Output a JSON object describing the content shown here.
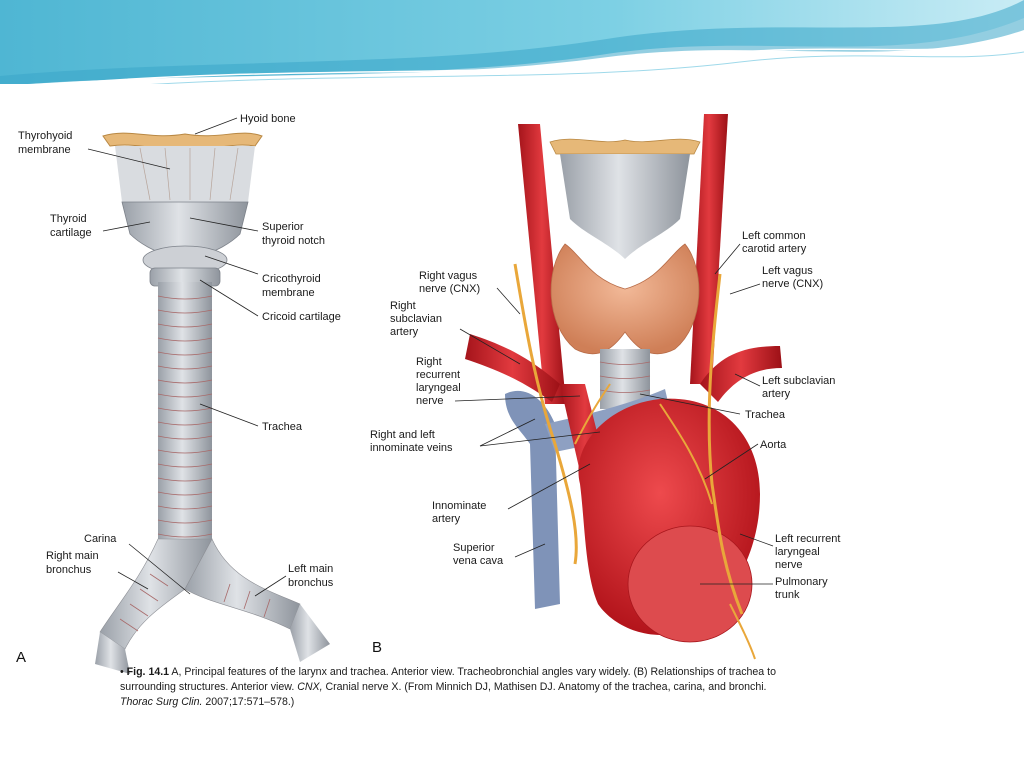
{
  "figure": {
    "panel_a_letter": "A",
    "panel_b_letter": "B",
    "panel_a_labels": {
      "hyoid_bone": "Hyoid bone",
      "thyrohyoid_membrane": [
        "Thyrohyoid",
        "membrane"
      ],
      "thyroid_cartilage": [
        "Thyroid",
        "cartilage"
      ],
      "superior_thyroid_notch": [
        "Superior",
        "thyroid notch"
      ],
      "cricothyroid_membrane": [
        "Cricothyroid",
        "membrane"
      ],
      "cricoid_cartilage": "Cricoid cartilage",
      "trachea": "Trachea",
      "carina": "Carina",
      "right_main_bronchus": [
        "Right main",
        "bronchus"
      ],
      "left_main_bronchus": [
        "Left main",
        "bronchus"
      ]
    },
    "panel_b_labels": {
      "right_vagus_nerve": [
        "Right vagus",
        "nerve (CNX)"
      ],
      "right_subclavian_artery": [
        "Right",
        "subclavian",
        "artery"
      ],
      "right_recurrent_laryngeal_nerve": [
        "Right",
        "recurrent",
        "laryngeal",
        "nerve"
      ],
      "innominate_veins": [
        "Right and left",
        "innominate veins"
      ],
      "innominate_artery": [
        "Innominate",
        "artery"
      ],
      "superior_vena_cava": [
        "Superior",
        "vena cava"
      ],
      "left_common_carotid_artery": [
        "Left common",
        "carotid artery"
      ],
      "left_vagus_nerve": [
        "Left vagus",
        "nerve (CNX)"
      ],
      "left_subclavian_artery": [
        "Left subclavian",
        "artery"
      ],
      "trachea": "Trachea",
      "aorta": "Aorta",
      "left_recurrent_laryngeal_nerve": [
        "Left recurrent",
        "laryngeal",
        "nerve"
      ],
      "pulmonary_trunk": [
        "Pulmonary",
        "trunk"
      ]
    },
    "caption": {
      "bullet": "•",
      "fig_label": "Fig. 14.1",
      "text1": " A, Principal features of the larynx and trachea. Anterior view. Tracheobronchial angles vary widely. (B) Relationships of trachea to surrounding structures. Anterior view. ",
      "cnx": "CNX,",
      "text2": " Cranial nerve X. (From Minnich DJ, Mathisen DJ. Anatomy of the trachea, carina, and bronchi. ",
      "journal": "Thorac Surg Clin.",
      "text3": " 2007;17:571–578.)"
    }
  },
  "colors": {
    "header_teal": "#5bbfd8",
    "cartilage_gray": "#c9cdd3",
    "hyoid_tan": "#e6b878",
    "artery_red": "#d8232a",
    "vein_blue": "#7f93b8",
    "nerve_yellow": "#e9a73a",
    "thyroid_orange": "#e8a276"
  }
}
